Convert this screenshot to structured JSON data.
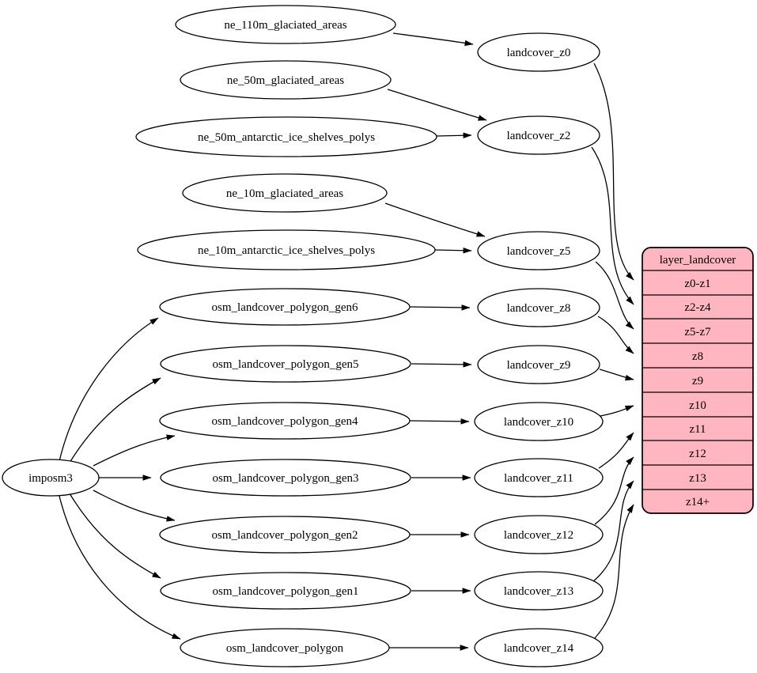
{
  "importer": {
    "label": "imposm3"
  },
  "sources": [
    {
      "label": "ne_110m_glaciated_areas"
    },
    {
      "label": "ne_50m_glaciated_areas"
    },
    {
      "label": "ne_50m_antarctic_ice_shelves_polys"
    },
    {
      "label": "ne_10m_glaciated_areas"
    },
    {
      "label": "ne_10m_antarctic_ice_shelves_polys"
    },
    {
      "label": "osm_landcover_polygon_gen6"
    },
    {
      "label": "osm_landcover_polygon_gen5"
    },
    {
      "label": "osm_landcover_polygon_gen4"
    },
    {
      "label": "osm_landcover_polygon_gen3"
    },
    {
      "label": "osm_landcover_polygon_gen2"
    },
    {
      "label": "osm_landcover_polygon_gen1"
    },
    {
      "label": "osm_landcover_polygon"
    }
  ],
  "generalized_tables": [
    {
      "label": "landcover_z0"
    },
    {
      "label": "landcover_z2"
    },
    {
      "label": "landcover_z5"
    },
    {
      "label": "landcover_z8"
    },
    {
      "label": "landcover_z9"
    },
    {
      "label": "landcover_z10"
    },
    {
      "label": "landcover_z11"
    },
    {
      "label": "landcover_z12"
    },
    {
      "label": "landcover_z13"
    },
    {
      "label": "landcover_z14"
    }
  ],
  "layer": {
    "title": "layer_landcover",
    "rows": [
      {
        "label": "z0-z1"
      },
      {
        "label": "z2-z4"
      },
      {
        "label": "z5-z7"
      },
      {
        "label": "z8"
      },
      {
        "label": "z9"
      },
      {
        "label": "z10"
      },
      {
        "label": "z11"
      },
      {
        "label": "z12"
      },
      {
        "label": "z13"
      },
      {
        "label": "z14+"
      }
    ]
  },
  "colors": {
    "layer_fill": "#ffb6c1",
    "node_fill": "#ffffff",
    "edge": "#000000"
  }
}
